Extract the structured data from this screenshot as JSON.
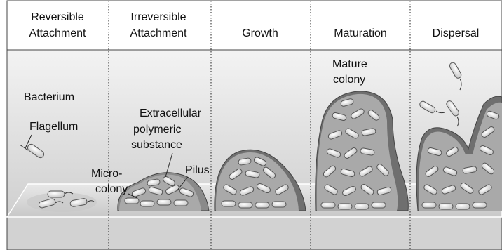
{
  "stages": [
    {
      "line1": "Reversible",
      "line2": "Attachment"
    },
    {
      "line1": "Irreversible",
      "line2": "Attachment"
    },
    {
      "line1": "Growth",
      "line2": ""
    },
    {
      "line1": "Maturation",
      "line2": ""
    },
    {
      "line1": "Dispersal",
      "line2": ""
    }
  ],
  "labels": {
    "bacterium": "Bacterium",
    "flagellum": "Flagellum",
    "micro_line1": "Micro-",
    "micro_line2": "colony",
    "eps_line1": "Extracellular",
    "eps_line2": "polymeric",
    "eps_line3": "substance",
    "pilus": "Pilus",
    "mature_line1": "Mature",
    "mature_line2": "colony"
  },
  "colors": {
    "background_panel": "#dcdcdc",
    "surface": "#d6d6d6",
    "biofilm_fill": "#a9a9a9",
    "biofilm_dark": "#6f6f6f",
    "cell_fill": "#ececec"
  }
}
